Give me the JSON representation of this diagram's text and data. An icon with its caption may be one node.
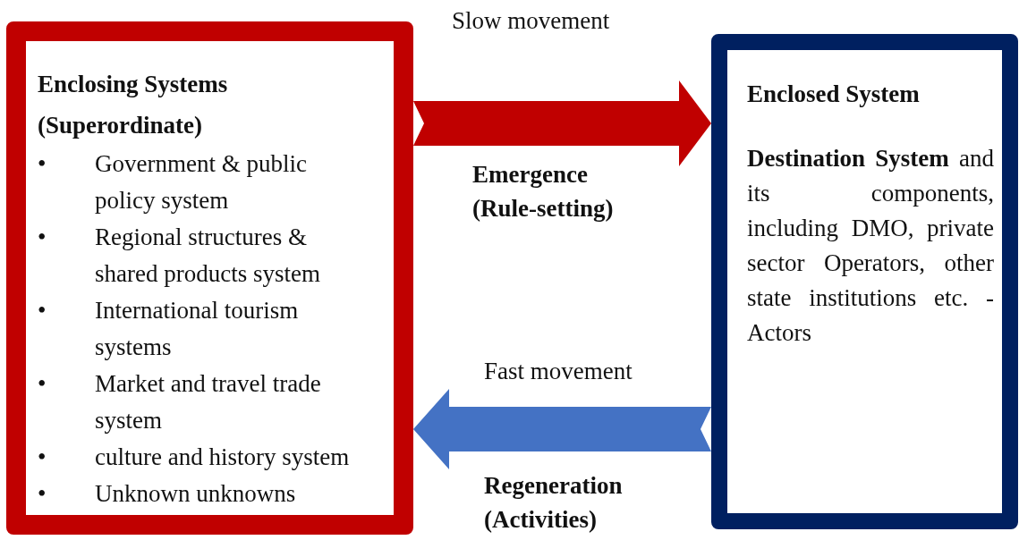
{
  "diagram": {
    "nodes": [
      {
        "text": [
          "Enclosing Systems (Superordinate)",
          "• Government & public policy   system",
          "• Regional structures & shared products system",
          "•  International tourism systems",
          "• Market and travel trade system",
          "• culture and history system",
          "• Unknown unknowns"
        ]
      },
      {
        "text": [
          "Enclosed System",
          "**Destination System** and its components, including DMO, private sector Operators, other state institutions etc. - Actors"
        ]
      }
    ],
    "edges": [
      {
        "from": 0,
        "to": 1,
        "arrow": "to",
        "style": "thick",
        "color": "#c00000"
      },
      {
        "from": 1,
        "to": 0,
        "arrow": "to",
        "style": "thick",
        "color": "#4472c4"
      }
    ],
    "labels": [
      "Slow movement",
      "Emergence (Rule-setting)",
      "Fast movement",
      "Regeneration (Activities)"
    ]
  }
}
